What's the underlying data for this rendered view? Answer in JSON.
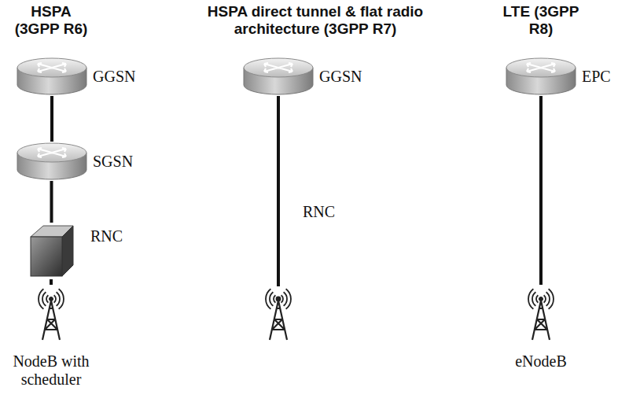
{
  "diagram": {
    "nodes": [
      {
        "text": [
          "GGSN"
        ]
      },
      {
        "text": [
          "SGSN"
        ]
      },
      {
        "text": [
          "RNC"
        ]
      },
      {
        "text": [
          "NodeB with scheduler"
        ]
      },
      {
        "text": [
          "GGSN"
        ]
      },
      {
        "text": [
          "EPC"
        ]
      },
      {
        "text": [
          "eNodeB"
        ]
      }
    ],
    "edges": [
      {
        "from": 0,
        "to": 1,
        "arrow": "none"
      },
      {
        "from": 1,
        "to": 2,
        "arrow": "none"
      },
      {
        "from": 2,
        "to": 3,
        "arrow": "none"
      },
      {
        "from": 5,
        "to": 6,
        "arrow": "none"
      }
    ],
    "labels": [
      "HSPA (3GPP R6)",
      "HSPA direct tunnel & flat radio architecture (3GPP R7)",
      "LTE (3GPP R8)",
      "RNC"
    ]
  }
}
